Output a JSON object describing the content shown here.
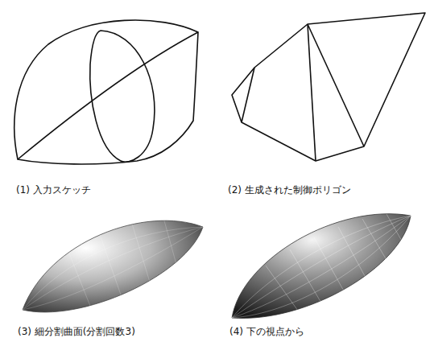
{
  "diagram": {
    "labels": [
      "(1) 入力スケッチ",
      "(2) 生成された制御ポリゴン",
      "(3) 細分割曲面(分割回数3)",
      "(4) 下の視点から"
    ]
  }
}
